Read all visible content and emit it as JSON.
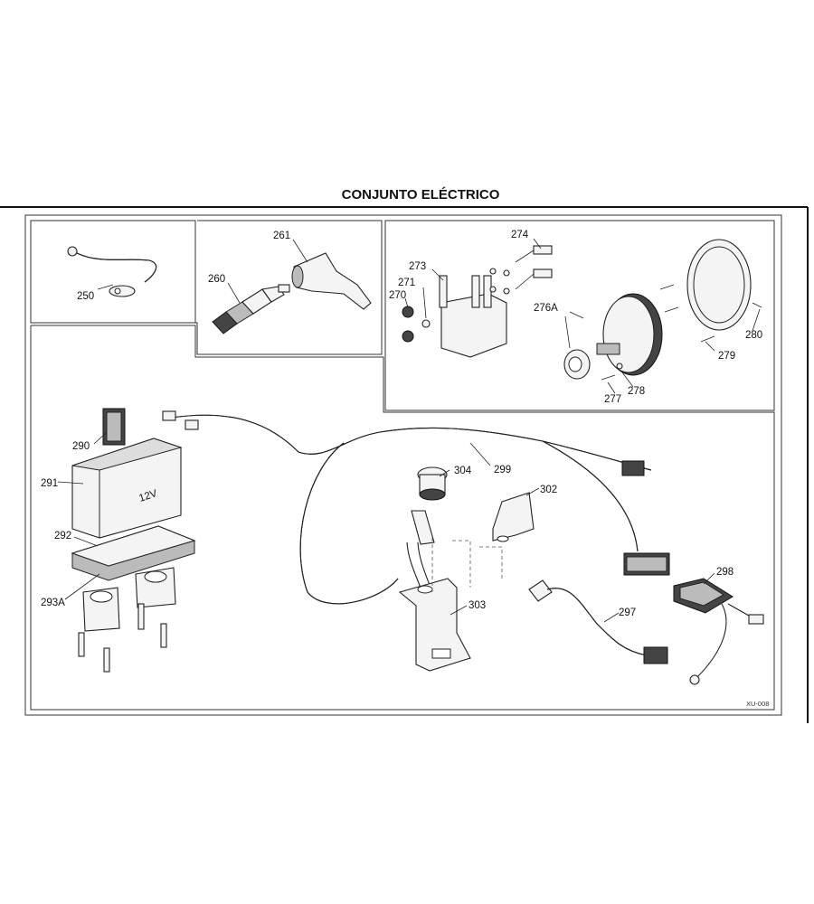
{
  "title": "CONJUNTO ELÉCTRICO",
  "drawing_code": "XU-008",
  "callouts": {
    "c250": "250",
    "c260": "260",
    "c261": "261",
    "c270": "270",
    "c271": "271",
    "c273": "273",
    "c274": "274",
    "c276A": "276A",
    "c277": "277",
    "c278": "278",
    "c279": "279",
    "c280": "280",
    "c290": "290",
    "c291": "291",
    "c292": "292",
    "c293A": "293A",
    "c297": "297",
    "c298": "298",
    "c299": "299",
    "c302": "302",
    "c303": "303",
    "c304": "304"
  },
  "battery_text": "12V"
}
